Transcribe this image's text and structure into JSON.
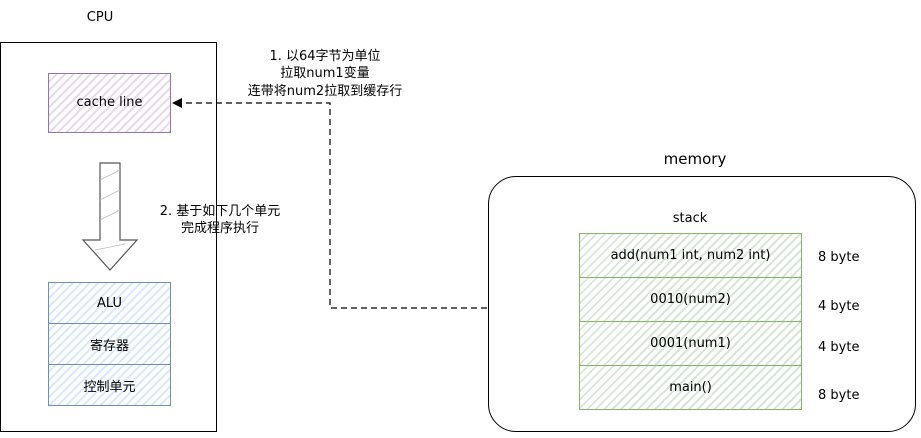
{
  "cpu": {
    "title": "CPU",
    "cache_line": "cache line",
    "units": [
      "ALU",
      "寄存器",
      "控制单元"
    ]
  },
  "annotations": {
    "step1": [
      "1. 以64字节为单位",
      "拉取num1变量",
      "连带将num2拉取到缓存行"
    ],
    "step2": [
      "2. 基于如下几个单元",
      "完成程序执行"
    ]
  },
  "memory": {
    "title": "memory",
    "stack_label": "stack",
    "frames": [
      {
        "label": "add(num1 int, num2 int)",
        "size": "8 byte"
      },
      {
        "label": "0010(num2)",
        "size": "4 byte"
      },
      {
        "label": "0001(num1)",
        "size": "4 byte"
      },
      {
        "label": "main()",
        "size": "8 byte"
      }
    ]
  },
  "colors": {
    "cache_line_border": "#9673a6",
    "unit_border": "#6c8ebf",
    "frame_border": "#82b366"
  }
}
